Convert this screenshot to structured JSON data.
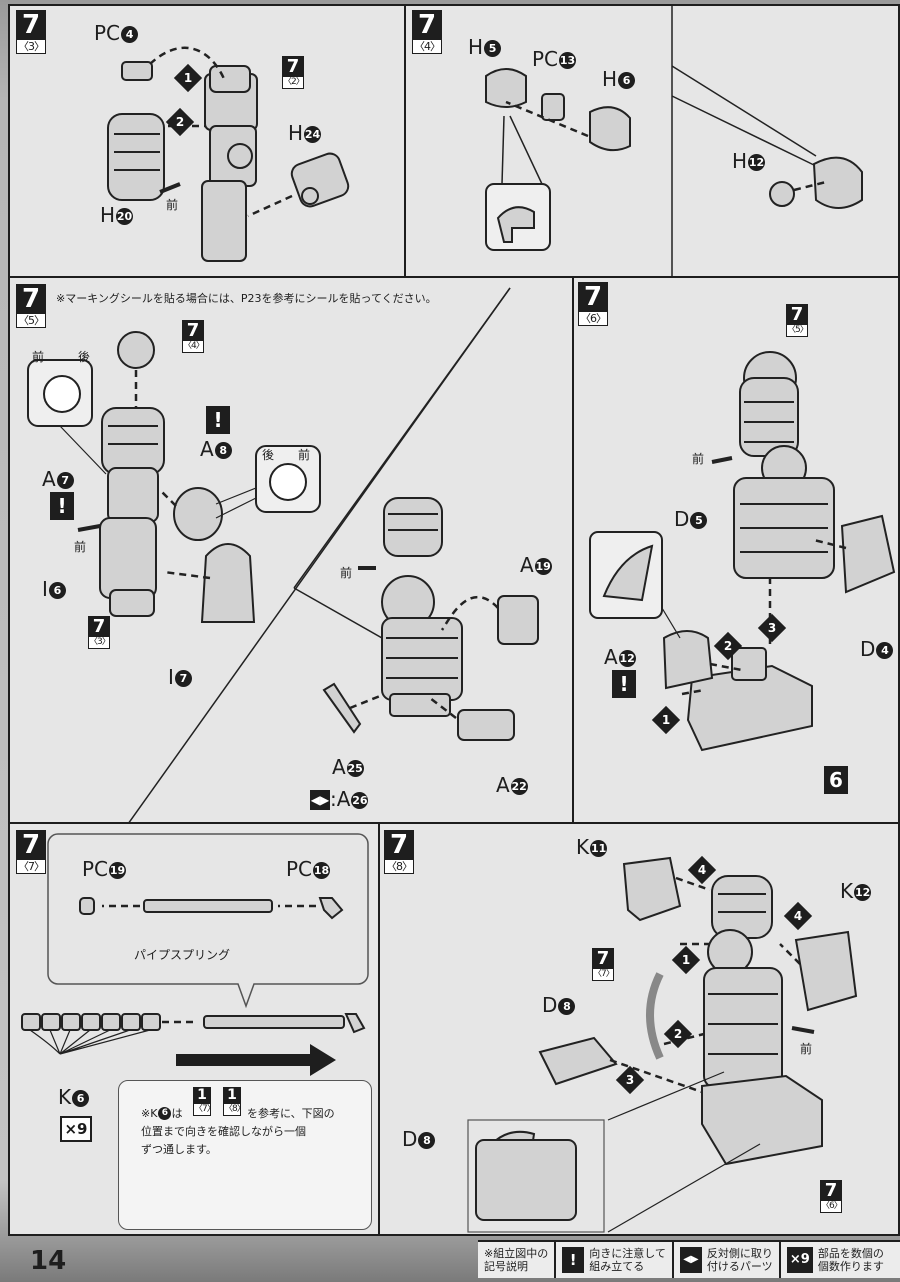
{
  "page_number": "14",
  "icons": {
    "warning": "warning-icon",
    "both_sides": "both-sides-icon",
    "multiply": "multiply-icon"
  },
  "colors": {
    "ink": "#1e1e1e",
    "panel": "#e6e6e6",
    "paper": "#c4c4c4"
  },
  "steps": [
    {
      "id": "step-7-3",
      "number": "7",
      "sub": "〈3〉",
      "labels": {
        "pc4": {
          "prefix": "PC",
          "num": "4"
        },
        "h20": {
          "prefix": "H",
          "num": "20"
        },
        "h24": {
          "prefix": "H",
          "num": "24"
        },
        "front": "前",
        "ref_num": "7",
        "ref_sub": "〈2〉",
        "order1": "1",
        "order2": "2"
      }
    },
    {
      "id": "step-7-4",
      "number": "7",
      "sub": "〈4〉",
      "labels": {
        "h5": {
          "prefix": "H",
          "num": "5"
        },
        "pc13": {
          "prefix": "PC",
          "num": "13"
        },
        "h6": {
          "prefix": "H",
          "num": "6"
        },
        "h12": {
          "prefix": "H",
          "num": "12"
        }
      }
    },
    {
      "id": "step-7-5",
      "number": "7",
      "sub": "〈5〉",
      "note": "※マーキングシールを貼る場合には、P23を参考にシールを貼ってください。",
      "labels": {
        "front": "前",
        "back": "後",
        "a8": {
          "prefix": "A",
          "num": "8"
        },
        "a7": {
          "prefix": "A",
          "num": "7"
        },
        "i6": {
          "prefix": "I",
          "num": "6"
        },
        "i7": {
          "prefix": "I",
          "num": "7"
        },
        "a19": {
          "prefix": "A",
          "num": "19"
        },
        "a25": {
          "prefix": "A",
          "num": "25"
        },
        "a22": {
          "prefix": "A",
          "num": "22"
        },
        "a26": {
          "prefix": ":A",
          "num": "26"
        },
        "ref_top_num": "7",
        "ref_top_sub": "〈4〉",
        "ref_bottom_num": "7",
        "ref_bottom_sub": "〈3〉",
        "warn": "!"
      }
    },
    {
      "id": "step-7-6",
      "number": "7",
      "sub": "〈6〉",
      "labels": {
        "front": "前",
        "d5": {
          "prefix": "D",
          "num": "5"
        },
        "d4": {
          "prefix": "D",
          "num": "4"
        },
        "a12": {
          "prefix": "A",
          "num": "12"
        },
        "ref_num": "7",
        "ref_sub": "〈5〉",
        "part6": "6",
        "order1": "1",
        "order2": "2",
        "order3": "3",
        "warn": "!"
      }
    },
    {
      "id": "step-7-7",
      "number": "7",
      "sub": "〈7〉",
      "labels": {
        "pc19": {
          "prefix": "PC",
          "num": "19"
        },
        "pc18": {
          "prefix": "PC",
          "num": "18"
        },
        "pipe_spring": "パイプスプリング",
        "k6": {
          "prefix": "K",
          "num": "6"
        },
        "x9": "×9",
        "instruction_line1_a": "※K",
        "instruction_line1_num": "6",
        "instruction_line1_b": "は",
        "ref1_num": "1",
        "ref1_sub": "〈7〉",
        "ref2_num": "1",
        "ref2_sub": "〈8〉",
        "instruction_line1_c": "を参考に、下図の",
        "instruction_line2": "位置まで向きを確認しながら一個",
        "instruction_line3": "ずつ通します。"
      }
    },
    {
      "id": "step-7-8",
      "number": "7",
      "sub": "〈8〉",
      "labels": {
        "k11": {
          "prefix": "K",
          "num": "11"
        },
        "k12": {
          "prefix": "K",
          "num": "12"
        },
        "d8": {
          "prefix": "D",
          "num": "8"
        },
        "d8b": {
          "prefix": "D",
          "num": "8"
        },
        "front": "前",
        "ref_left_num": "7",
        "ref_left_sub": "〈7〉",
        "ref_right_num": "7",
        "ref_right_sub": "〈6〉",
        "order1": "1",
        "order2": "2",
        "order3": "3",
        "order4a": "4",
        "order4b": "4"
      }
    }
  ],
  "legend": {
    "title_line1": "※組立図中の",
    "title_line2": "記号説明",
    "warn_symbol": "!",
    "warn_line1": "向きに注意して",
    "warn_line2": "組み立てる",
    "both_line1": "反対側に取り",
    "both_line2": "付けるパーツ",
    "count_symbol": "×9",
    "count_line1": "部品を数個の",
    "count_line2": "個数作ります"
  }
}
